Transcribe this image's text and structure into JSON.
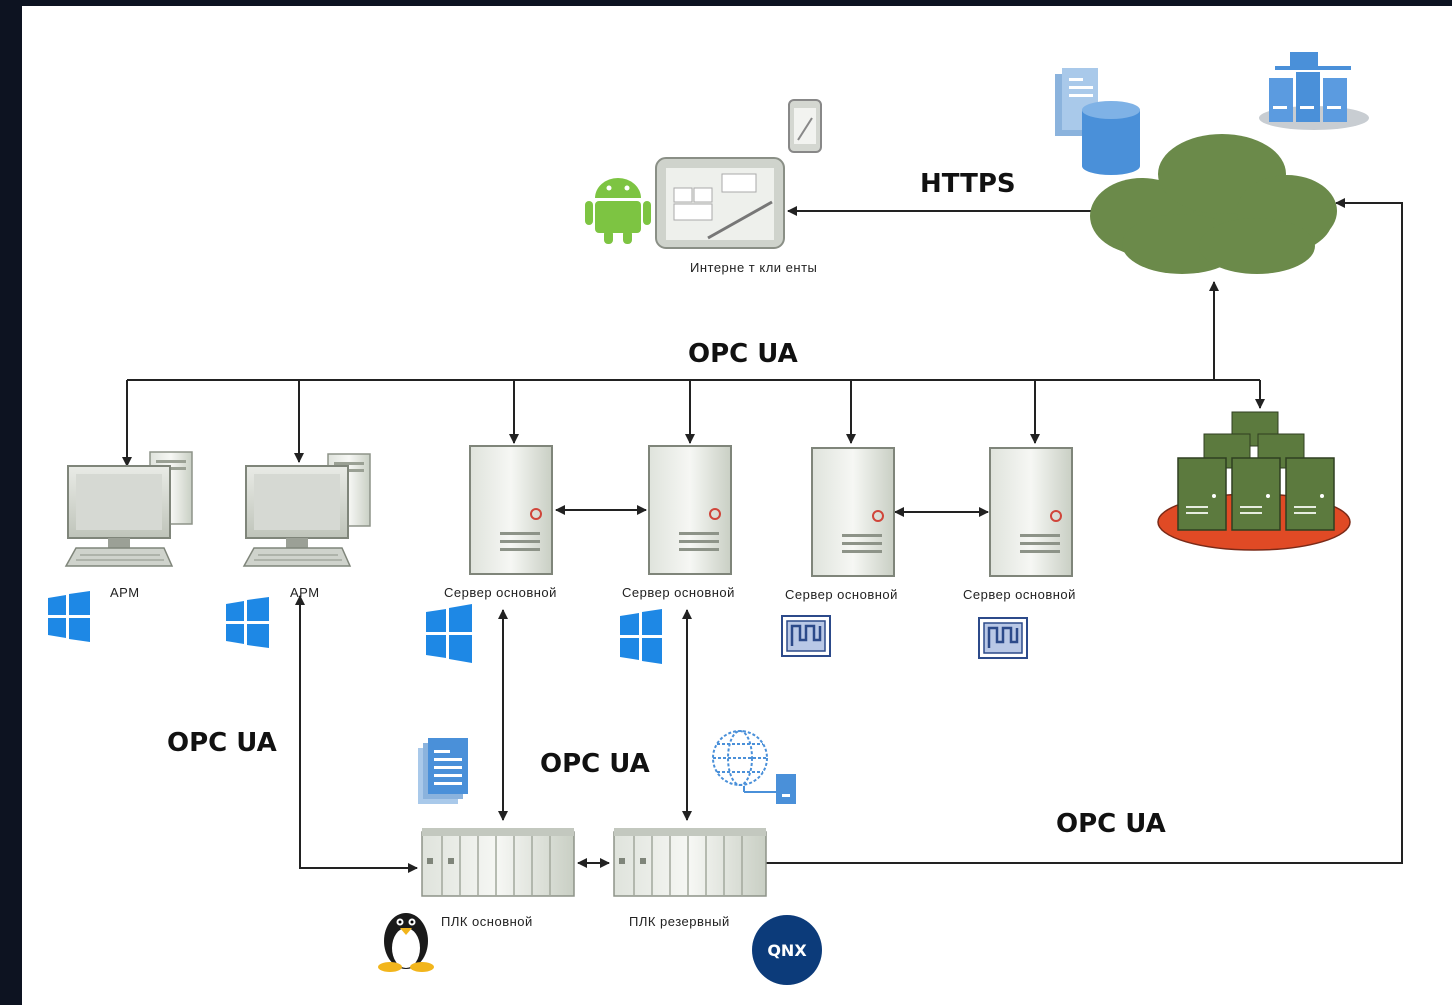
{
  "labels": {
    "https": "HTTPS",
    "opc_top": "OPC UA",
    "opc_left": "OPC UA",
    "opc_mid": "OPC UA",
    "opc_right": "OPC UA",
    "internet_clients": "Интерне т кли енты",
    "arm1": "АРМ",
    "arm2": "АРМ",
    "server1": "Сервер основной",
    "server2": "Сервер основной",
    "server3": "Сервер основной",
    "server4": "Сервер основной",
    "plc_main": "ПЛК основной",
    "plc_reserve": "ПЛК резервный"
  },
  "icons": {
    "qnx": "QNX"
  },
  "colors": {
    "cloud": "#6b8a4a",
    "server_cluster": "#5c7a3e",
    "cluster_base": "#e04a25",
    "windows": "#1e88e5",
    "android": "#7dc442",
    "qnx": "#0c3b7a",
    "blue_icons": "#4a90d9"
  }
}
